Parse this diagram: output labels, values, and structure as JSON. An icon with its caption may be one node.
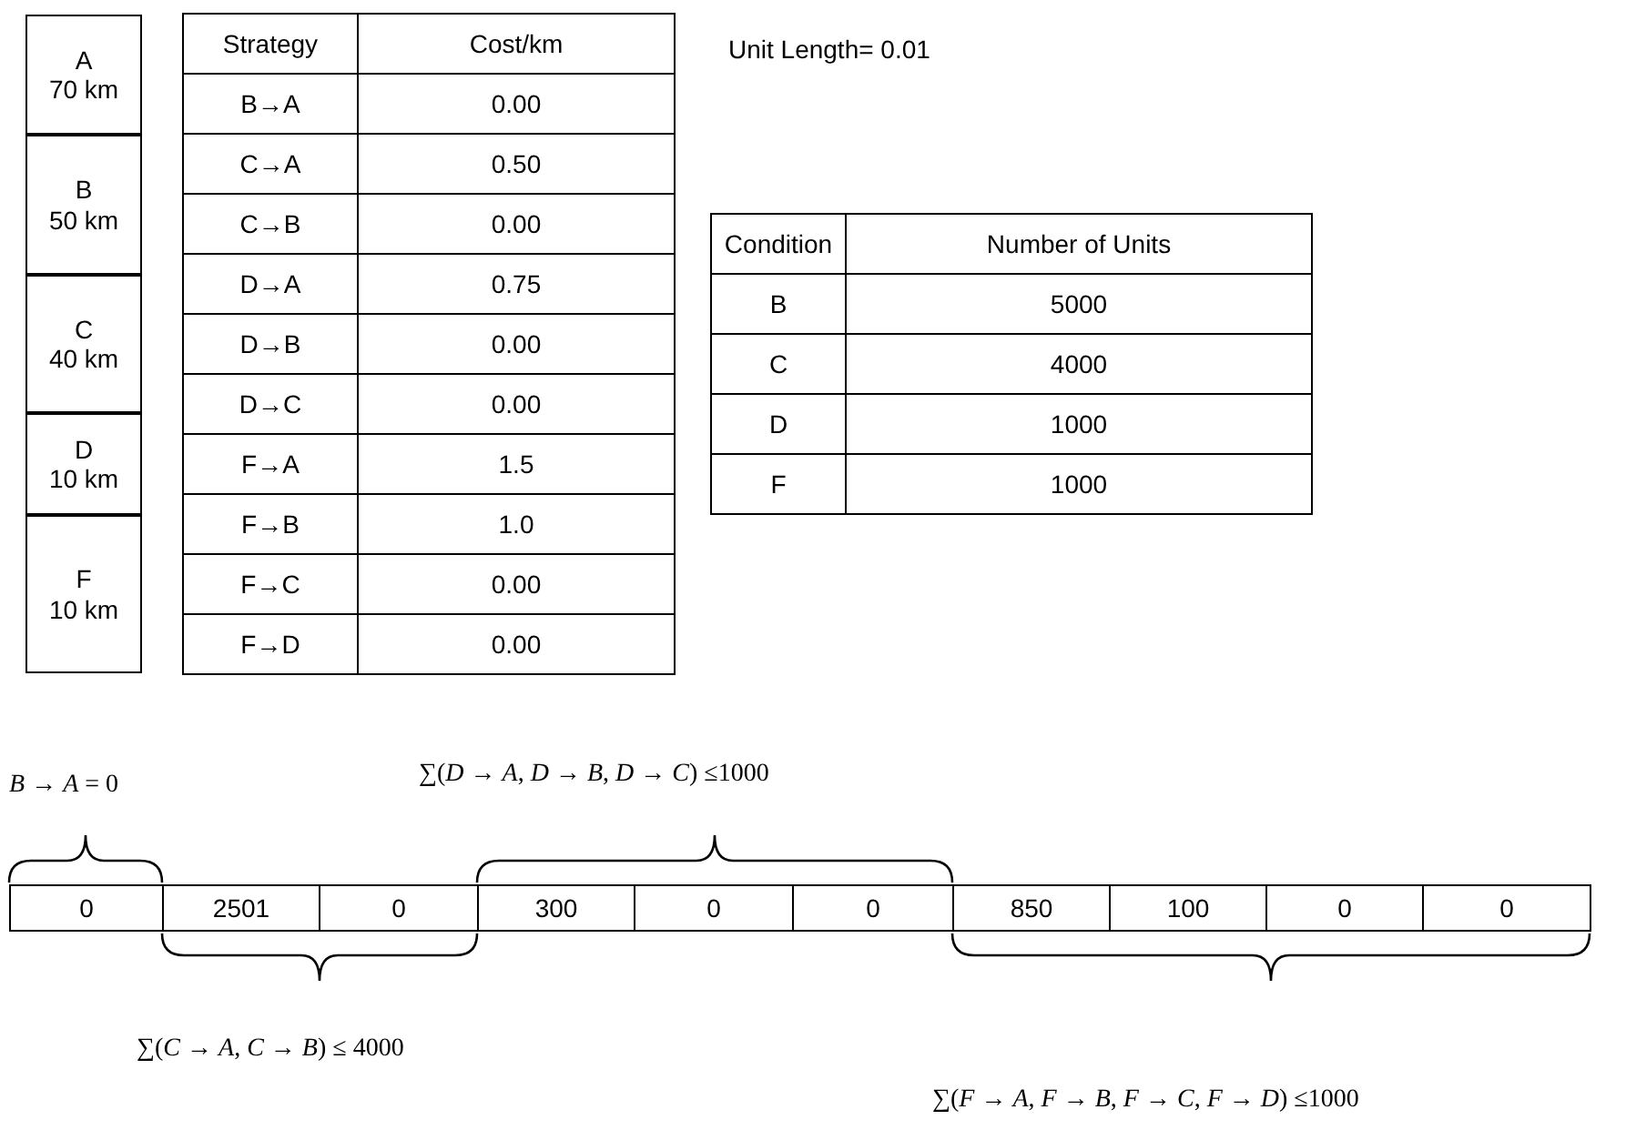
{
  "diagram": {
    "nodes": [
      {
        "text": [
          "A",
          "70 km"
        ]
      },
      {
        "text": [
          "B",
          "50 km"
        ]
      },
      {
        "text": [
          "C",
          "40 km"
        ]
      },
      {
        "text": [
          "D",
          "10 km"
        ]
      },
      {
        "text": [
          "F",
          "10 km"
        ]
      }
    ],
    "labels": [
      "Strategy",
      "Cost/km",
      "B→A",
      "0.00",
      "C→A",
      "0.50",
      "C→B",
      "0.00",
      "D→A",
      "0.75",
      "D→B",
      "0.00",
      "D→C",
      "0.00",
      "F→A",
      "1.5",
      "F→B",
      "1.0",
      "F→C",
      "0.00",
      "F→D",
      "0.00",
      "Unit Length= 0.01",
      "Condition",
      "Number of Units",
      "B",
      "5000",
      "C",
      "4000",
      "D",
      "1000",
      "F",
      "1000",
      "*B* → *A* = 0",
      "∑(*D* → *A*, *D* → *B*, *D* → *C*) ≤1000",
      "0",
      "2501",
      "0",
      "300",
      "0",
      "0",
      "850",
      "100",
      "0",
      "0",
      "∑(*C* → *A*, *C* → *B*) ≤ 4000",
      "∑(*F* → *A*, *F* → *B*, *F* → *C*, *F* → *D*) ≤1000"
    ]
  }
}
